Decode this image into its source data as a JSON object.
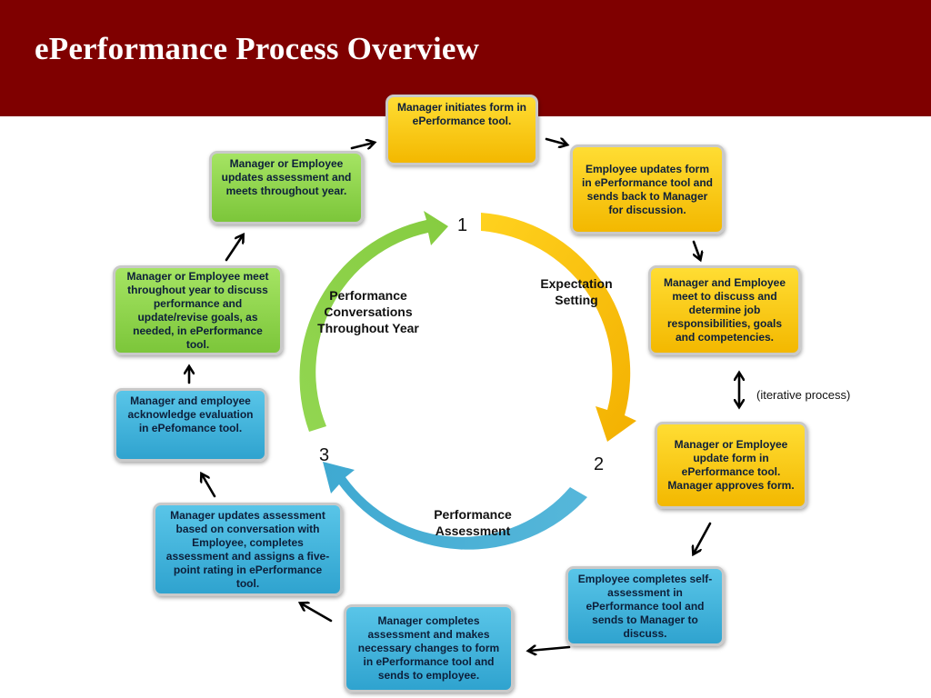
{
  "slide": {
    "title": "ePerformance Process Overview"
  },
  "cycle": {
    "phase_1": {
      "number": "1",
      "label": "Expectation Setting"
    },
    "phase_2": {
      "number": "2",
      "label": "Performance Assessment"
    },
    "phase_3": {
      "number": "3",
      "label": "Performance Conversations Throughout Year"
    },
    "iterative_note": "(iterative process)"
  },
  "steps": [
    "Manager initiates form in ePerformance tool.",
    "Employee updates form in ePerformance tool and sends back to Manager for discussion.",
    "Manager and Employee meet to discuss and determine job responsibilities, goals and competencies.",
    "Manager or Employee update form in ePerformance tool. Manager approves form.",
    "Employee completes self-assessment in ePerformance tool and sends to Manager to discuss.",
    "Manager completes assessment and makes necessary changes to form in ePerformance tool and sends to employee.",
    "Manager updates assessment based on conversation with Employee, completes assessment and assigns a five-point rating in ePerformance tool.",
    "Manager and employee acknowledge evaluation in ePefomance tool.",
    "Manager or Employee meet throughout year to discuss performance and update/revise goals, as needed, in ePerformance tool.",
    "Manager or Employee updates assessment and meets throughout year."
  ],
  "colors": {
    "header": "#7f0000",
    "expectation_phase": "#f3b800",
    "assessment_phase": "#4aaed0",
    "conversation_phase": "#8bd44a"
  }
}
